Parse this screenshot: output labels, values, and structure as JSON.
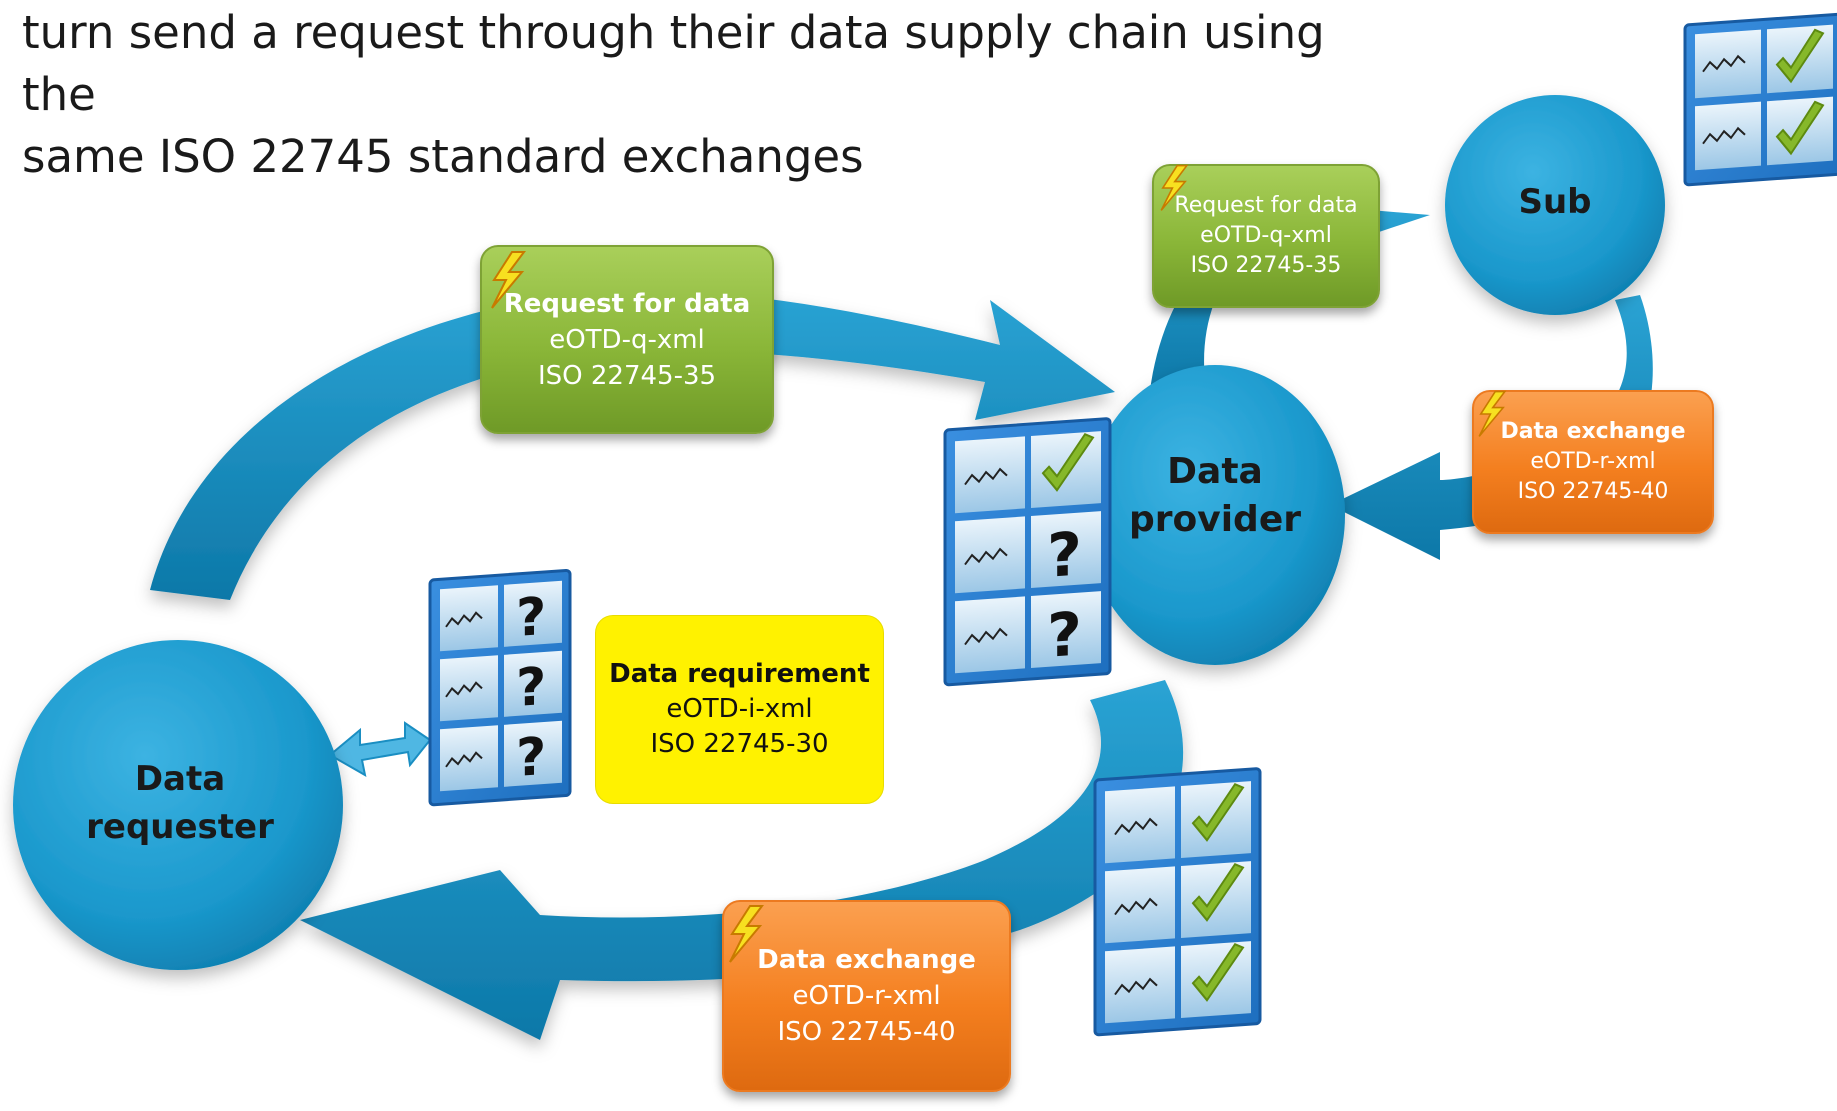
{
  "caption": {
    "line1": "turn send a request through their data supply chain using the",
    "line2": "same ISO 22745 standard exchanges"
  },
  "nodes": {
    "requester": {
      "line1": "Data",
      "line2": "requester"
    },
    "provider": {
      "line1": "Data",
      "line2": "provider"
    },
    "sub": {
      "label": "Sub"
    }
  },
  "boxes": {
    "request_main": {
      "title": "Request for data",
      "format": "eOTD-q-xml",
      "standard": "ISO 22745-35"
    },
    "request_sub": {
      "title": "Request for data",
      "format": "eOTD-q-xml",
      "standard": "ISO 22745-35"
    },
    "requirement": {
      "title": "Data requirement",
      "format": "eOTD-i-xml",
      "standard": "ISO 22745-30"
    },
    "exchange_sub": {
      "title": "Data exchange",
      "format": "eOTD-r-xml",
      "standard": "ISO 22745-40"
    },
    "exchange_main": {
      "title": "Data exchange",
      "format": "eOTD-r-xml",
      "standard": "ISO 22745-40"
    }
  },
  "grid_icons": {
    "requester_grid": [
      "question",
      "question",
      "question"
    ],
    "provider_grid": [
      "check",
      "question",
      "question"
    ],
    "returned_grid": [
      "check",
      "check",
      "check"
    ],
    "sub_grid": [
      "check",
      "check"
    ]
  },
  "colors": {
    "circle": "#1f9ccf",
    "arrow": "#1793c4",
    "green_box": "#8ab638",
    "orange_box": "#f47f1f",
    "yellow_box": "#fff200",
    "grid": "#2a7fd0",
    "check": "#86b82a"
  }
}
